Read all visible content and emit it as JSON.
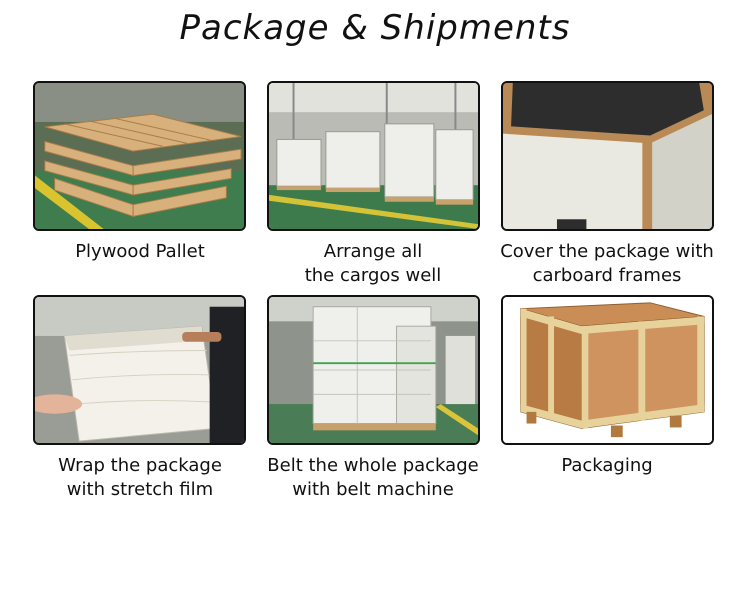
{
  "title": "Package & Shipments",
  "steps": [
    {
      "caption_lines": [
        "Plywood Pallet"
      ]
    },
    {
      "caption_lines": [
        "Arrange all",
        "the cargos well"
      ]
    },
    {
      "caption_lines": [
        "Cover the package with",
        "carboard frames"
      ]
    },
    {
      "caption_lines": [
        "Wrap the package",
        "with stretch film"
      ]
    },
    {
      "caption_lines": [
        "Belt the whole package",
        "with belt machine"
      ]
    },
    {
      "caption_lines": [
        "Packaging"
      ]
    }
  ]
}
